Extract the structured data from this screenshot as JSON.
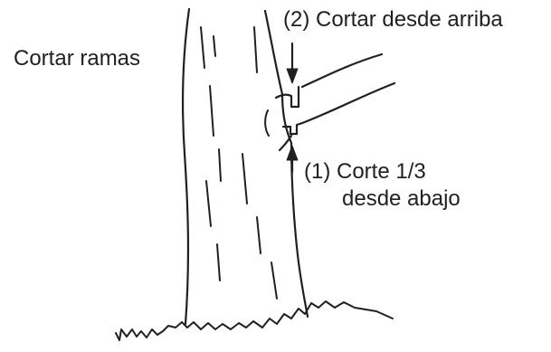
{
  "title": "Cortar ramas",
  "step_top": "(2) Cortar desde arriba",
  "step_bottom_line1": "(1) Corte 1/3",
  "step_bottom_line2": "desde abajo",
  "colors": {
    "ink": "#231f20",
    "background": "#ffffff"
  },
  "icons": {
    "arrow_top": "arrow-down-icon",
    "arrow_bottom": "arrow-up-icon"
  }
}
